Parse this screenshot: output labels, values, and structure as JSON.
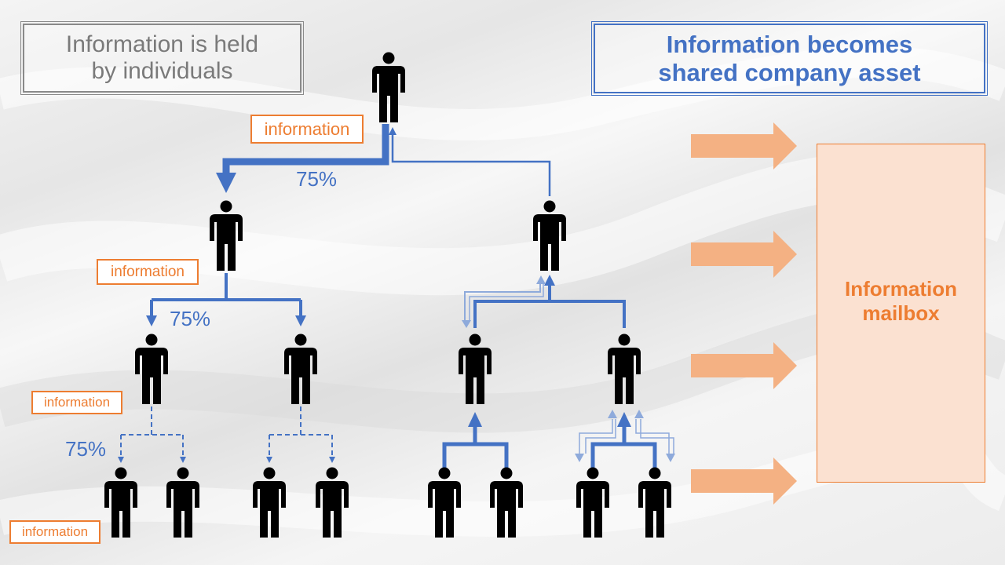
{
  "titles": {
    "left": "Information is held\nby individuals",
    "right": "Information becomes\nshared company asset"
  },
  "info_labels": [
    "information",
    "information",
    "information",
    "information"
  ],
  "percentages": [
    "75%",
    "75%",
    "75%"
  ],
  "mailbox": {
    "label": "Information\nmailbox"
  },
  "colors": {
    "blue": "#4472c4",
    "light_blue": "#8eaadb",
    "orange": "#ed7d31",
    "orange_arrow": "#f4b183",
    "mailbox_fill": "#fbe1d1",
    "grey_text": "#7a7a7a",
    "person": "#000000"
  },
  "icons": [
    "person-icon",
    "arrow-right-icon"
  ]
}
